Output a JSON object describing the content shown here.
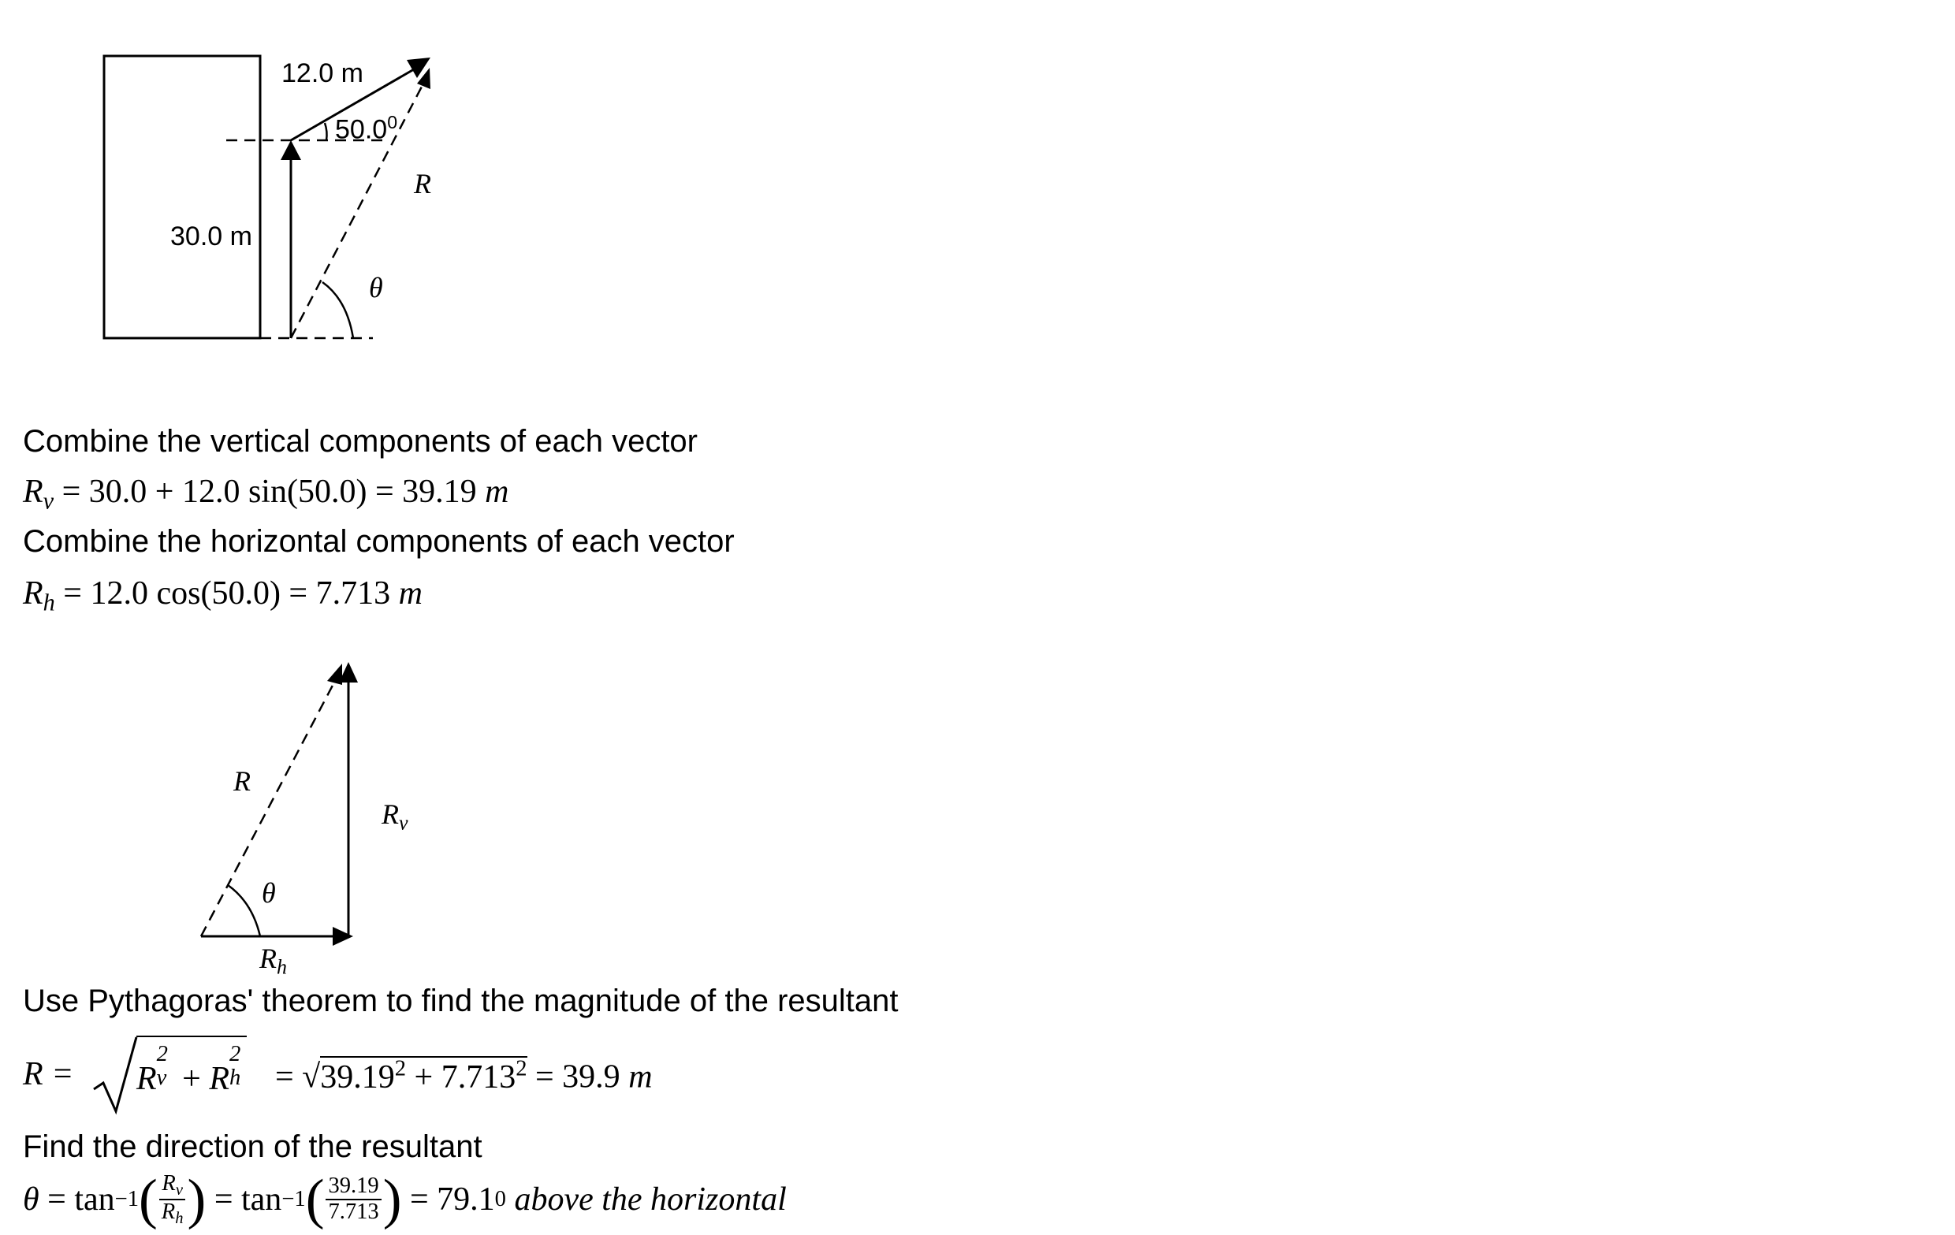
{
  "diagram1": {
    "label_12m": "12.0 m",
    "label_angle": "50.0",
    "label_angle_sup": "0",
    "label_R": "R",
    "label_30m": "30.0 m",
    "label_theta": "θ"
  },
  "diagram2": {
    "label_R": "R",
    "label_Rv": "R",
    "label_Rv_sub": "v",
    "label_theta": "θ",
    "label_Rh": "R",
    "label_Rh_sub": "h"
  },
  "text": {
    "step_vertical": "Combine the vertical components of each vector",
    "step_horizontal": "Combine the horizontal components of each vector",
    "step_pythagoras": "Use Pythagoras' theorem to find the magnitude of the resultant",
    "step_direction": "Find the direction of the resultant"
  },
  "equations": {
    "rv_lhs": "R",
    "rv_sub": "v",
    "rv_rhs": "= 30.0 + 12.0 sin(50.0) = 39.19",
    "rv_unit": "m",
    "rh_lhs": "R",
    "rh_sub": "h",
    "rh_rhs": "= 12.0 cos(50.0) = 7.713",
    "rh_unit": "m",
    "r_lhs": "R =",
    "r_sqrt_a": "R",
    "r_sqrt_a_sub": "v",
    "r_sqrt_a_sup": "2",
    "r_sqrt_plus": "+",
    "r_sqrt_b": "R",
    "r_sqrt_b_sub": "h",
    "r_sqrt_b_sup": "2",
    "r_eq": "= √",
    "r_num_a": "39.19",
    "r_num_a_sup": "2",
    "r_num_plus": "+ 7.713",
    "r_num_b_sup": "2",
    "r_result": "= 39.9",
    "r_unit": "m",
    "theta_lhs": "θ",
    "theta_tan": "= tan",
    "theta_inv": "−1",
    "theta_frac_num": "R",
    "theta_frac_num_sub": "v",
    "theta_frac_den": "R",
    "theta_frac_den_sub": "h",
    "theta_tan2": "= tan",
    "theta_inv2": "−1",
    "theta_frac2_num": "39.19",
    "theta_frac2_den": "7.713",
    "theta_result": "= 79.1",
    "theta_result_sup": "0",
    "theta_tail": "above the horizontal"
  }
}
